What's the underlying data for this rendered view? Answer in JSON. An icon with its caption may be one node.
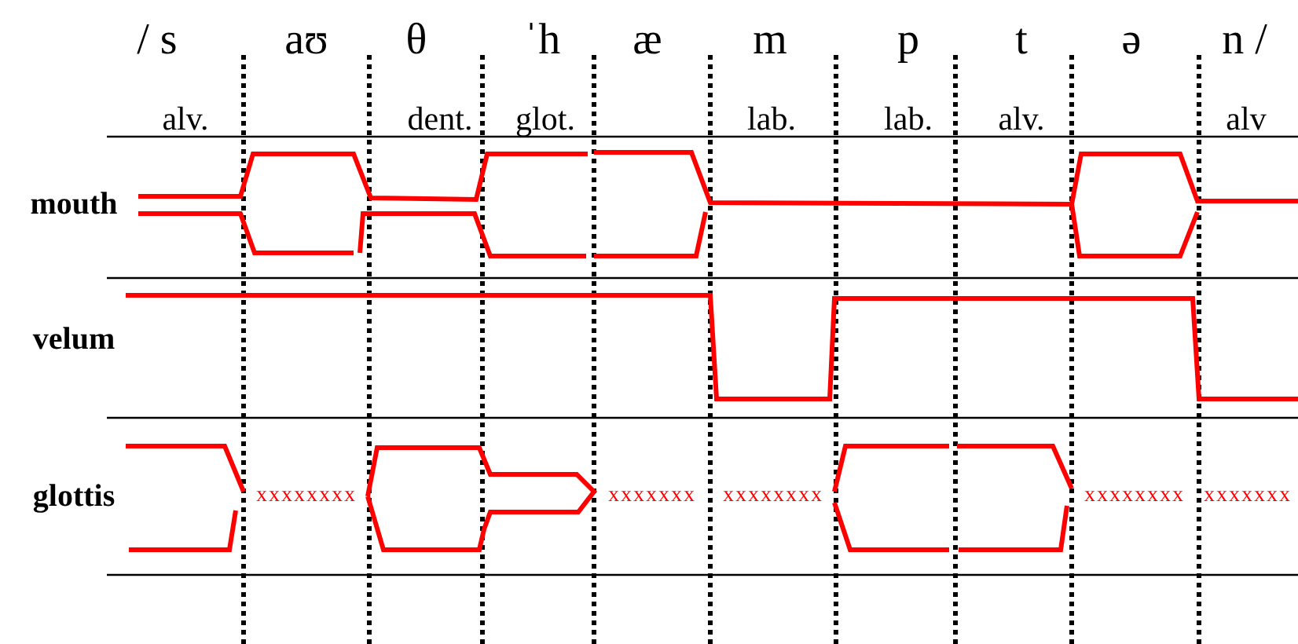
{
  "diagram": {
    "labels": [
      "/ s",
      "aʊ",
      "θ",
      "ˈh",
      "æ",
      "m",
      "p",
      "t",
      "ə",
      "n /",
      "alv.",
      "dent.",
      "glot.",
      "lab.",
      "lab.",
      "alv.",
      "alv",
      "mouth",
      "velum",
      "glottis",
      "xxxxxxxx",
      "xxxxxxx",
      "xxxxxxxx",
      "xxxxxxxx",
      "xxxxxxx"
    ]
  }
}
